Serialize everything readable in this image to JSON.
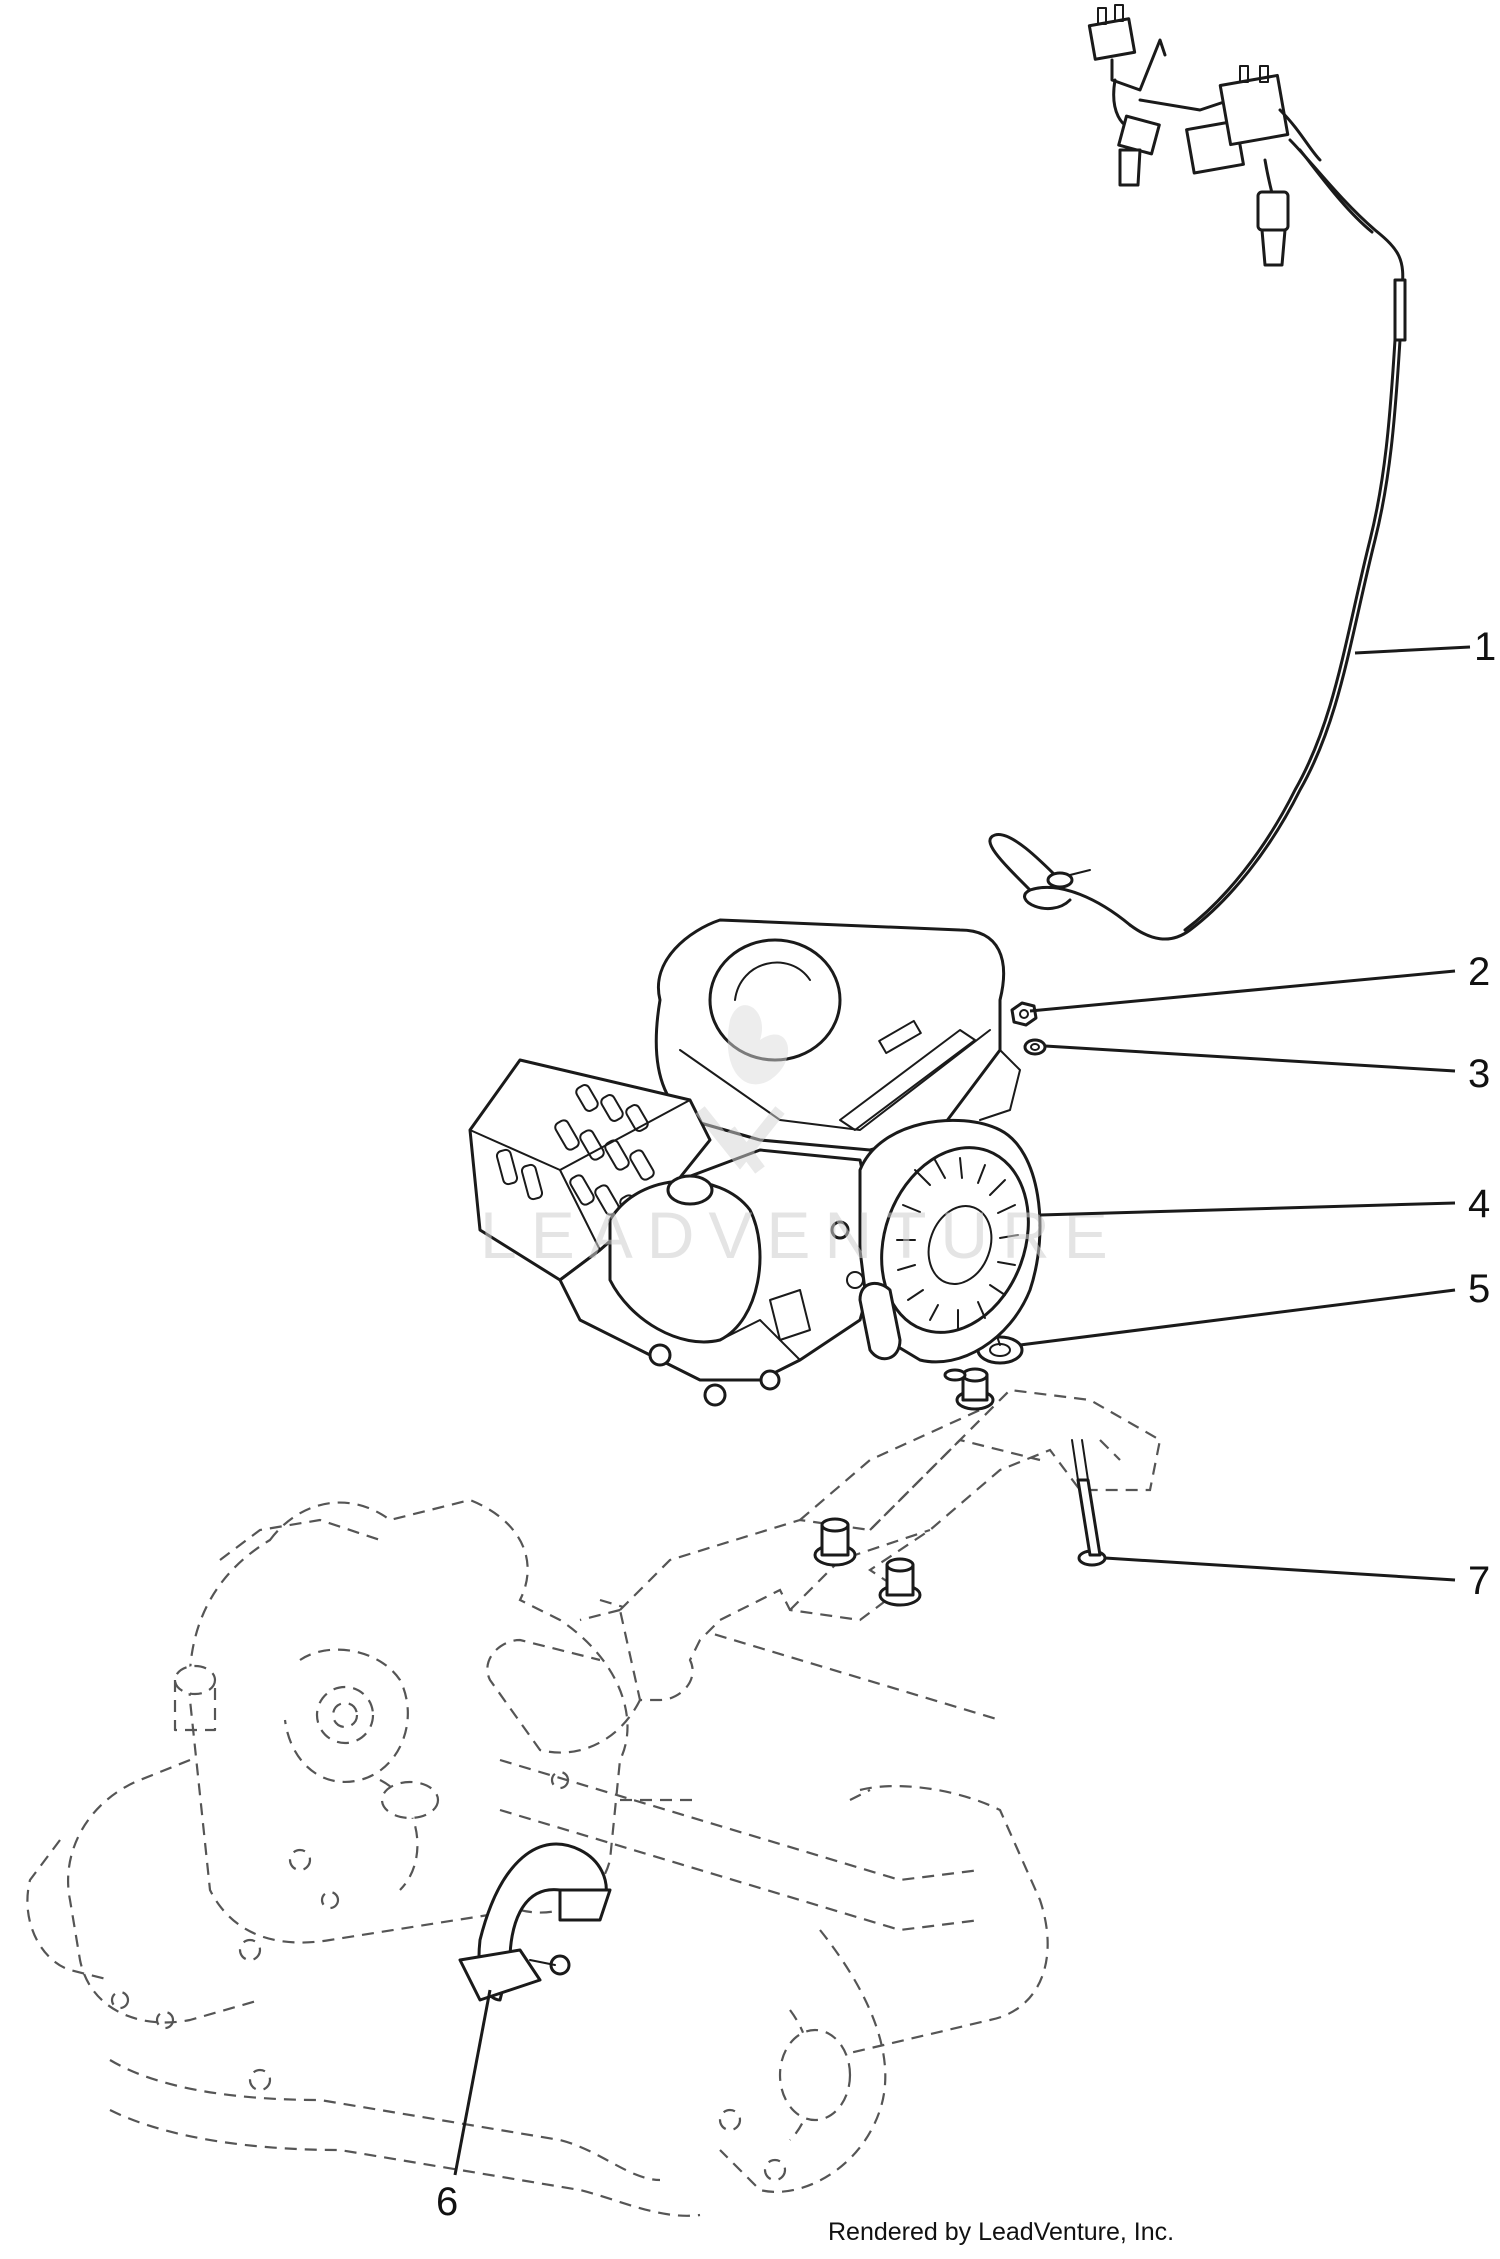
{
  "callouts": [
    {
      "id": "1",
      "label": "1"
    },
    {
      "id": "2",
      "label": "2"
    },
    {
      "id": "3",
      "label": "3"
    },
    {
      "id": "4",
      "label": "4"
    },
    {
      "id": "5",
      "label": "5"
    },
    {
      "id": "6",
      "label": "6"
    },
    {
      "id": "7",
      "label": "7"
    }
  ],
  "watermark": "LEADVENTURE",
  "credit": "Rendered by LeadVenture, Inc."
}
